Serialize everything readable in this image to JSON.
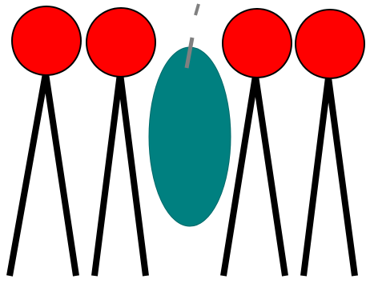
{
  "diagram": {
    "lipids": [
      {
        "name": "lipid-1",
        "head_color": "#ff0000",
        "tail_color": "#000000"
      },
      {
        "name": "lipid-2",
        "head_color": "#ff0000",
        "tail_color": "#000000"
      },
      {
        "name": "lipid-3",
        "head_color": "#ff0000",
        "tail_color": "#000000"
      },
      {
        "name": "lipid-4",
        "head_color": "#ff0000",
        "tail_color": "#000000"
      }
    ],
    "protein": {
      "color": "#008080"
    },
    "pore_marker": {
      "color": "#808080",
      "style": "dashed"
    },
    "outline_color": "#000000",
    "background": "#ffffff"
  }
}
